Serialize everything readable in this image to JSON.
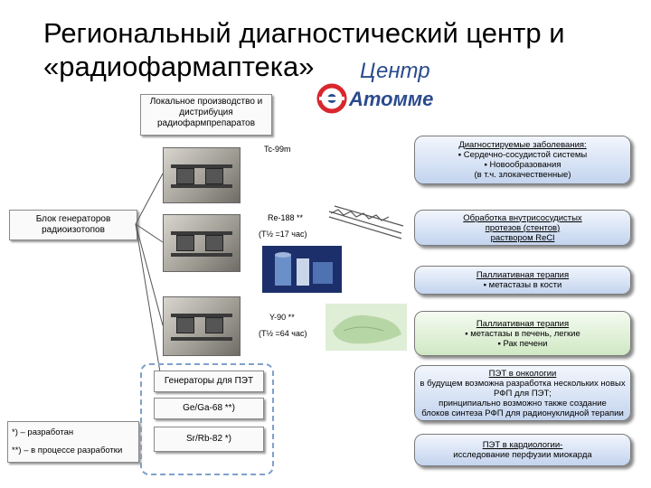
{
  "title": {
    "line1": "Региональный диагностический центр и",
    "line2": "«радиофармаптека»"
  },
  "center_label": "Центр",
  "logo_text": "Атоммед",
  "local_production": "Локальное производство и дистрибуция радиофармпрепаратов",
  "generator_block": "Блок генераторов радиоизотопов",
  "isotopes": {
    "tc": "Tc-99m",
    "re_name": "Re-188 **",
    "re_half": "(T½ =17 час)",
    "y_name": "Y-90 **",
    "y_half": "(T½ =64 час)"
  },
  "pet_generators": {
    "header": "Генераторы для ПЭТ",
    "ge": "Ge/Ga-68 **)",
    "sr": "Sr/Rb-82 *)"
  },
  "footnotes": {
    "one": "*) – разработан",
    "two": "**) – в процессе разработки"
  },
  "right_boxes": {
    "diag": {
      "title": "Диагностируемые заболевания:",
      "items": [
        "▪ Сердечно-сосудистой системы",
        "▪ Новообразования",
        "(в т.ч. злокачественные)"
      ]
    },
    "treat": {
      "line1": "Обработка внутрисосудистых",
      "line2": "протезов (стентов)",
      "line3": "раствором ReCl"
    },
    "pall1": {
      "title": "Паллиативная терапия",
      "item": "▪ метастазы в кости"
    },
    "pall2": {
      "title": "Паллиативная терапия",
      "item1": "▪ метастазы в печень, легкие",
      "item2": "▪ Рак печени"
    },
    "pet_onc": {
      "title": "ПЭТ в онкологии",
      "l1": "в будущем возможна разработка нескольких новых",
      "l2": "РФП для ПЭТ;",
      "l3": "принципиально возможно также создание",
      "l4": "блоков синтеза РФП для радионуклидной терапии"
    },
    "pet_card": {
      "title": "ПЭТ в кардиологии-",
      "l1": "исследование перфузии миокарда"
    }
  },
  "colors": {
    "blue_box": "#c3d4ee",
    "green_box": "#cfe8c3",
    "dashed_border": "#7fa0cc",
    "logo_red": "#d8272d",
    "logo_blue": "#2a4b8d"
  }
}
